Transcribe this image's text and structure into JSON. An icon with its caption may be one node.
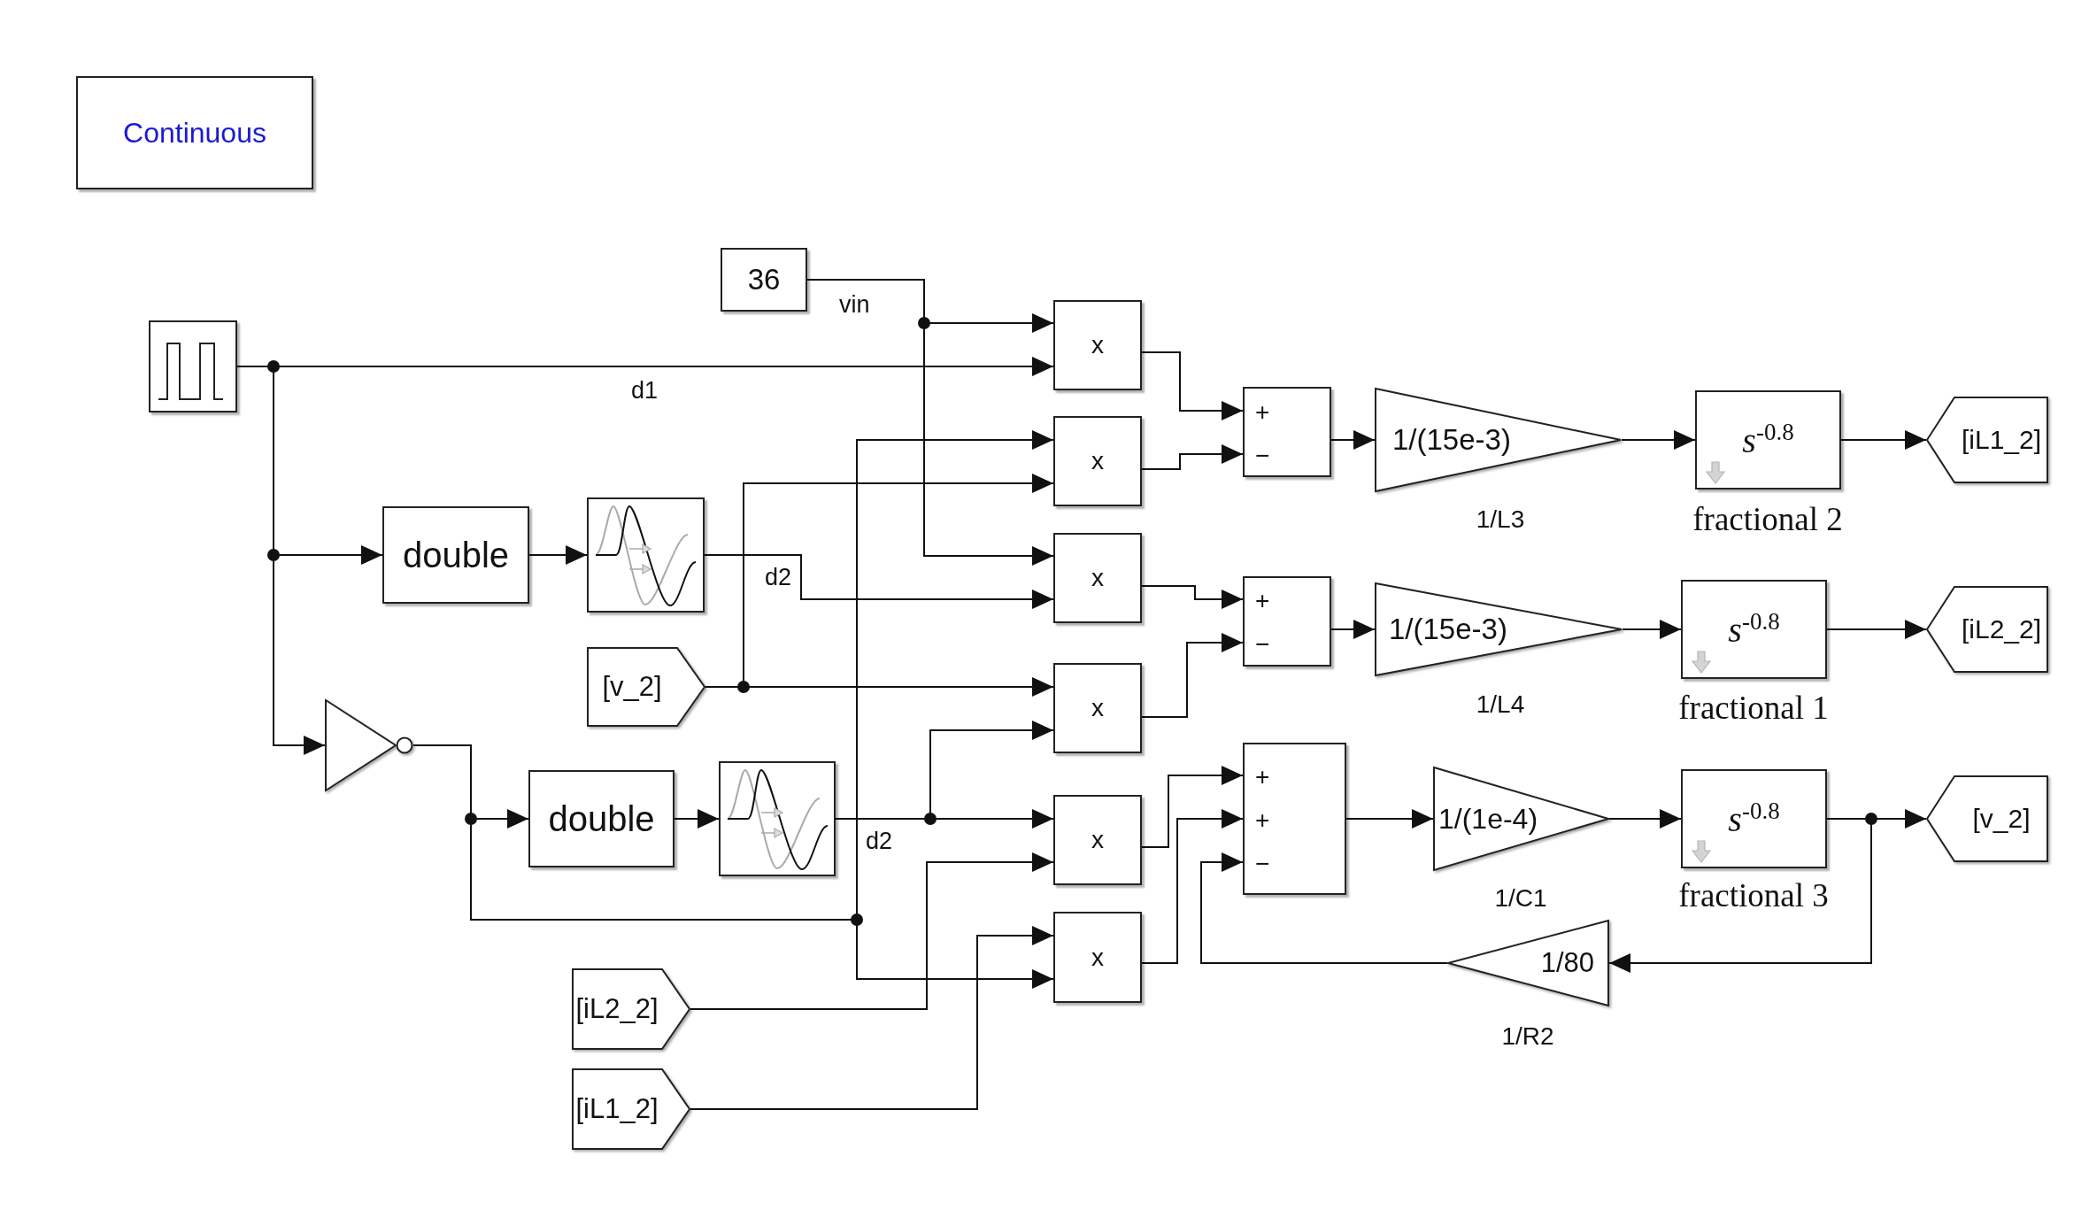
{
  "diagram": {
    "nodes": [
      {
        "text": [
          "Continuous"
        ]
      },
      {
        "text": [],
        "shape": "box"
      },
      {
        "text": [
          "36"
        ]
      },
      {
        "text": [
          "double"
        ]
      },
      {
        "text": [],
        "shape": "box"
      },
      {
        "text": [
          "[v_2]"
        ]
      },
      {
        "text": [],
        "shape": "triangle"
      },
      {
        "text": [
          "double"
        ]
      },
      {
        "text": [],
        "shape": "box"
      },
      {
        "text": [
          "[iL2_2]"
        ]
      },
      {
        "text": [
          "[iL1_2]"
        ]
      },
      {
        "text": [
          "x"
        ]
      },
      {
        "text": [
          "x"
        ]
      },
      {
        "text": [
          "x"
        ]
      },
      {
        "text": [
          "x"
        ]
      },
      {
        "text": [
          "x"
        ]
      },
      {
        "text": [
          "x"
        ]
      },
      {
        "text": [
          "+",
          "−"
        ]
      },
      {
        "text": [
          "+",
          "−"
        ]
      },
      {
        "text": [
          "+",
          "+",
          "−"
        ]
      },
      {
        "text": [
          "1/(15e-3)"
        ],
        "beside": [
          "1/L3"
        ]
      },
      {
        "text": [
          "1/(15e-3)"
        ],
        "beside": [
          "1/L4"
        ]
      },
      {
        "text": [
          "1/(1e-4)"
        ],
        "beside": [
          "1/C1"
        ]
      },
      {
        "text": [
          "s$^{-0.8}$"
        ],
        "beside": [
          "fractional 2"
        ]
      },
      {
        "text": [
          "s$^{-0.8}$"
        ],
        "beside": [
          "fractional 1"
        ]
      },
      {
        "text": [
          "s$^{-0.8}$"
        ],
        "beside": [
          "fractional 3"
        ]
      },
      {
        "text": [
          "[iL1_2]"
        ]
      },
      {
        "text": [
          "[iL2_2]"
        ]
      },
      {
        "text": [
          "[v_2]"
        ]
      },
      {
        "text": [
          "1/80"
        ],
        "beside": [
          "1/R2"
        ]
      }
    ],
    "edges": [
      {
        "from": 1,
        "to": 11,
        "arrow": "to",
        "label": "d1"
      },
      {
        "from": 1,
        "to": 3,
        "arrow": "to"
      },
      {
        "from": 1,
        "to": 6,
        "arrow": "to"
      },
      {
        "from": 2,
        "to": 11,
        "arrow": "to",
        "label": "vin"
      },
      {
        "from": 2,
        "to": 13,
        "arrow": "to"
      },
      {
        "from": 3,
        "to": 4,
        "arrow": "to"
      },
      {
        "from": 4,
        "to": 13,
        "arrow": "to",
        "label": "d2"
      },
      {
        "from": 5,
        "to": 12,
        "arrow": "to"
      },
      {
        "from": 5,
        "to": 14,
        "arrow": "to"
      },
      {
        "from": 6,
        "to": 7,
        "arrow": "to"
      },
      {
        "from": 6,
        "to": 12,
        "arrow": "to"
      },
      {
        "from": 6,
        "to": 16,
        "arrow": "to"
      },
      {
        "from": 7,
        "to": 8,
        "arrow": "to"
      },
      {
        "from": 8,
        "to": 14,
        "arrow": "to"
      },
      {
        "from": 8,
        "to": 15,
        "arrow": "to",
        "label": "d2"
      },
      {
        "from": 9,
        "to": 15,
        "arrow": "to"
      },
      {
        "from": 10,
        "to": 16,
        "arrow": "to"
      },
      {
        "from": 11,
        "to": 17,
        "arrow": "to"
      },
      {
        "from": 12,
        "to": 17,
        "arrow": "to"
      },
      {
        "from": 13,
        "to": 18,
        "arrow": "to"
      },
      {
        "from": 14,
        "to": 18,
        "arrow": "to"
      },
      {
        "from": 15,
        "to": 19,
        "arrow": "to"
      },
      {
        "from": 16,
        "to": 19,
        "arrow": "to"
      },
      {
        "from": 17,
        "to": 20,
        "arrow": "to"
      },
      {
        "from": 18,
        "to": 21,
        "arrow": "to"
      },
      {
        "from": 19,
        "to": 22,
        "arrow": "to"
      },
      {
        "from": 20,
        "to": 23,
        "arrow": "to"
      },
      {
        "from": 21,
        "to": 24,
        "arrow": "to"
      },
      {
        "from": 22,
        "to": 25,
        "arrow": "to"
      },
      {
        "from": 23,
        "to": 26,
        "arrow": "to"
      },
      {
        "from": 24,
        "to": 27,
        "arrow": "to"
      },
      {
        "from": 25,
        "to": 28,
        "arrow": "to"
      },
      {
        "from": 25,
        "to": 29,
        "arrow": "to"
      },
      {
        "from": 29,
        "to": 19,
        "arrow": "to"
      }
    ]
  }
}
